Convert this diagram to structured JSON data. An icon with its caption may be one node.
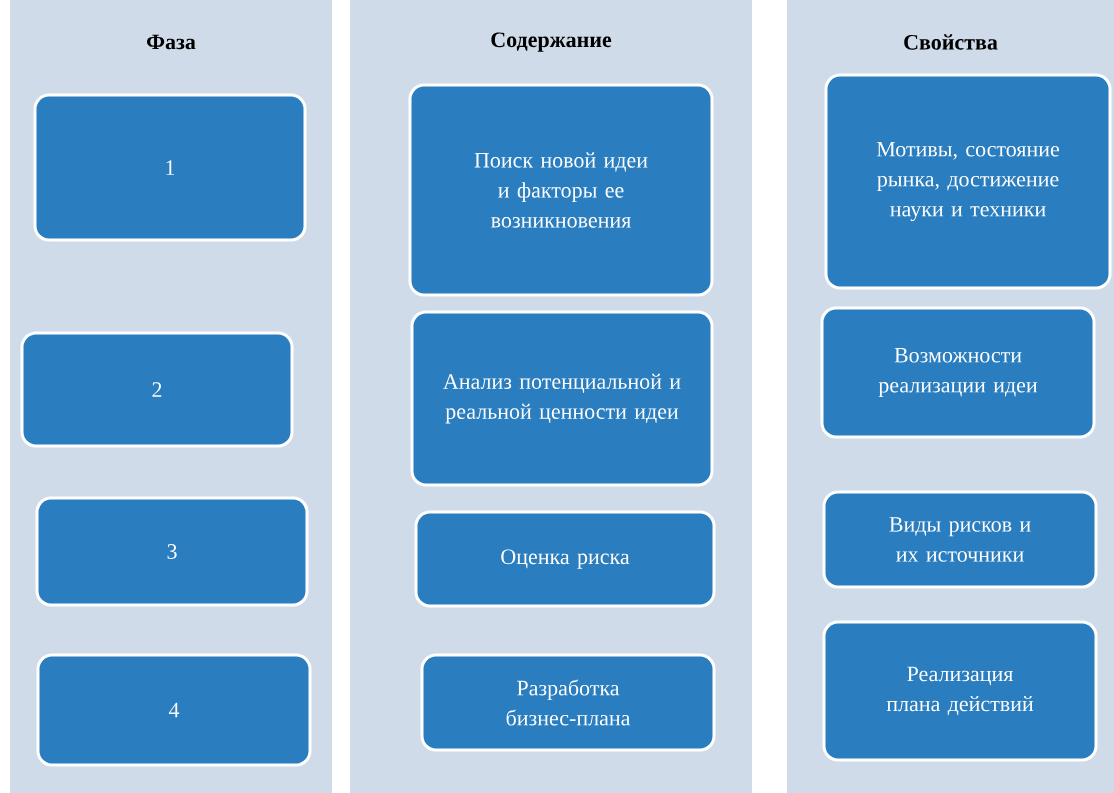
{
  "diagram": {
    "nodes": [
      {
        "text": [
          "Фаза"
        ]
      },
      {
        "text": [
          "1"
        ],
        "in": 0
      },
      {
        "text": [
          "2"
        ],
        "in": 0
      },
      {
        "text": [
          "3"
        ],
        "in": 0
      },
      {
        "text": [
          "4"
        ],
        "in": 0
      },
      {
        "text": [
          "Содержание"
        ]
      },
      {
        "text": [
          "Поиск новой идеи и факторы ее возникновения"
        ],
        "in": 5
      },
      {
        "text": [
          "Анализ потенциальной и реальной ценности идеи"
        ],
        "in": 5
      },
      {
        "text": [
          "Оценка риска"
        ],
        "in": 5
      },
      {
        "text": [
          "Разработка бизнес-плана"
        ],
        "in": 5
      },
      {
        "text": [
          "Свойства"
        ]
      },
      {
        "text": [
          "Мотивы, состояние рынка, достижение науки и техники"
        ],
        "in": 10
      },
      {
        "text": [
          "Возможности реализации идеи"
        ],
        "in": 10
      },
      {
        "text": [
          "Виды рисков и их источники"
        ],
        "in": 10
      },
      {
        "text": [
          "Реализация плана действий"
        ],
        "in": 10
      }
    ]
  }
}
